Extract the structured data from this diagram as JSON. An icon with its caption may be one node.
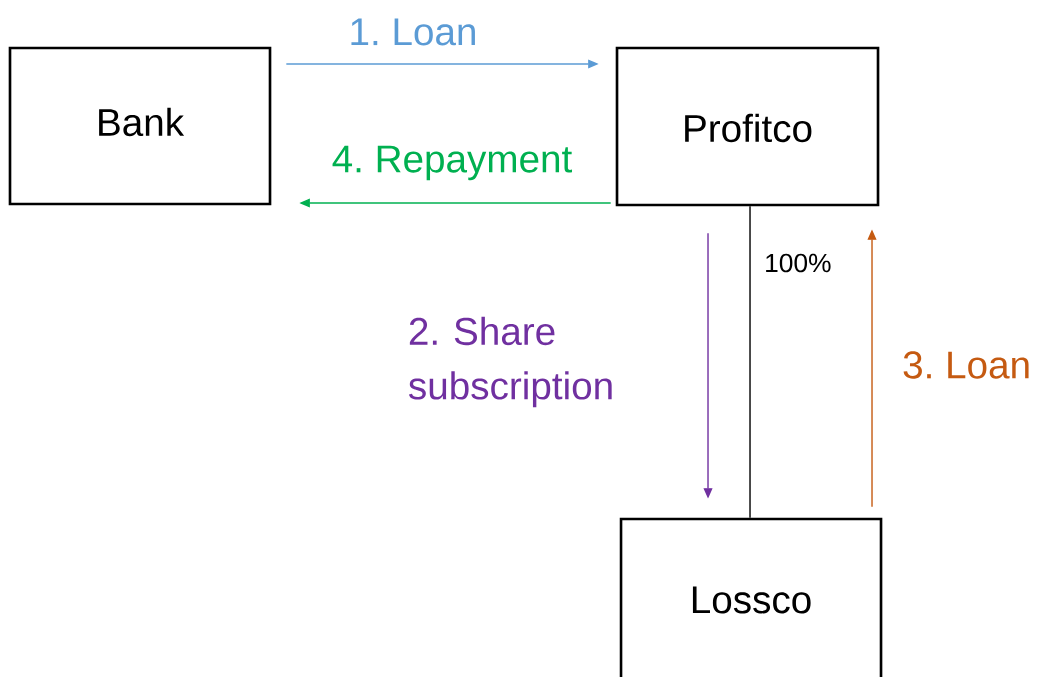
{
  "diagram": {
    "nodes": [
      {
        "text": [
          "Bank"
        ]
      },
      {
        "text": [
          "Profitco"
        ]
      },
      {
        "text": [
          "Lossco"
        ]
      }
    ],
    "edges": [
      {
        "from": 0,
        "to": 1,
        "arrow": "to",
        "label": "1. Loan",
        "color": "#5b9bd5"
      },
      {
        "from": 1,
        "to": 2,
        "arrow": "to",
        "label": "2. Share subscription",
        "color": "#7030a0"
      },
      {
        "from": 2,
        "to": 1,
        "arrow": "to",
        "label": "3. Loan",
        "color": "#c55a11"
      },
      {
        "from": 1,
        "to": 0,
        "arrow": "to",
        "label": "4. Repayment",
        "color": "#00b050"
      },
      {
        "from": 1,
        "to": 2,
        "arrow": "none",
        "label": "100%",
        "color": "#000000"
      }
    ]
  }
}
